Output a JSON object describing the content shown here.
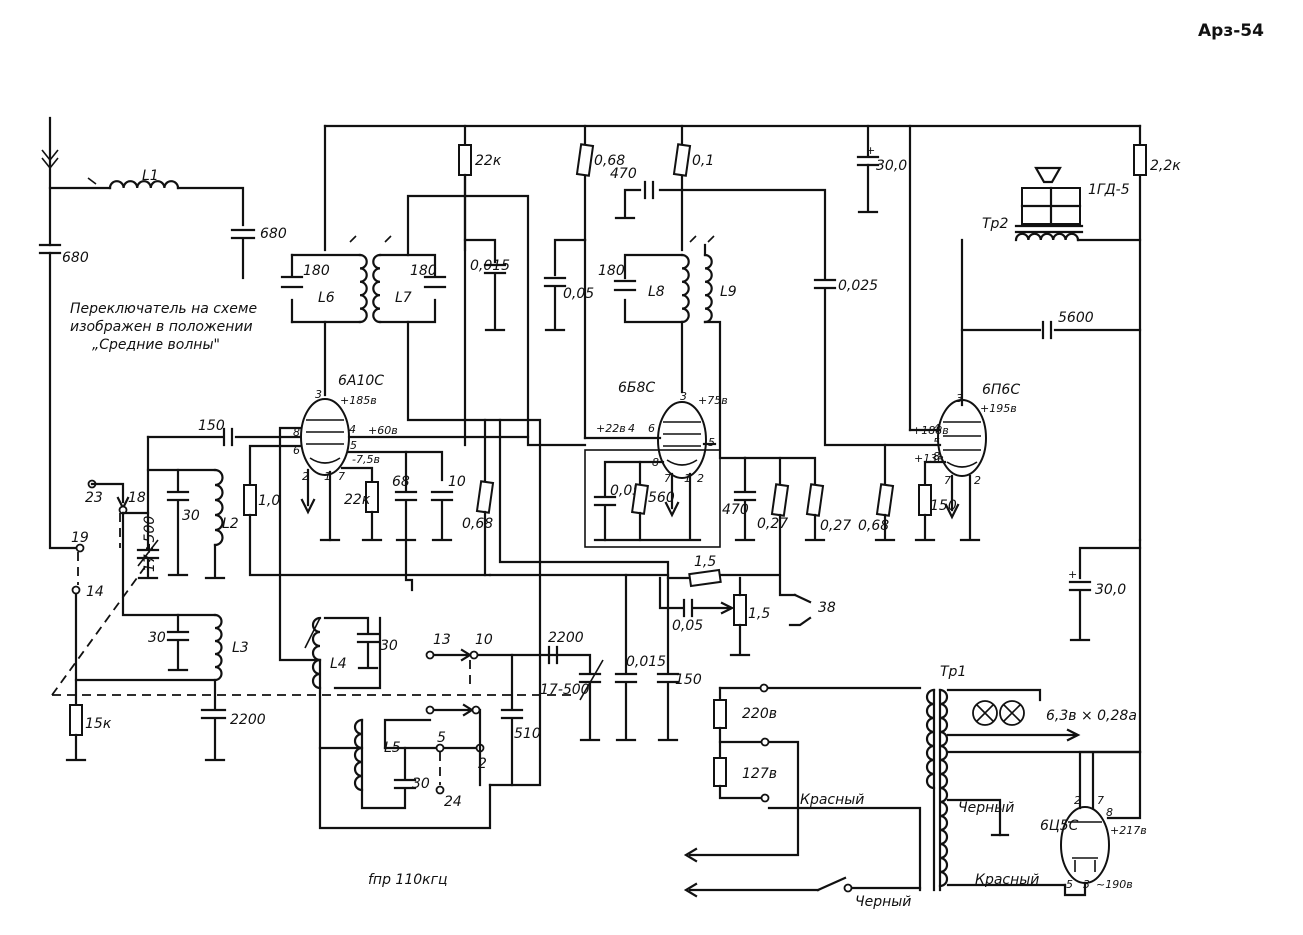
{
  "title": "Арз-54",
  "note": {
    "line1": "Переключатель на схеме",
    "line2": "изображен в положении",
    "line3": "„Средние волны\""
  },
  "if_freq": "fпр 110кгц",
  "tubes": {
    "t1": {
      "name": "6А10С",
      "volt": "+185в",
      "pins": {
        "p3": "3",
        "p8": "8",
        "p6": "6",
        "p4": "4",
        "p5": "5",
        "p2": "2",
        "p1": "1",
        "p7": "7",
        "v4": "+60в",
        "v5": "-7,5в"
      }
    },
    "t2": {
      "name": "6Б8С",
      "volt": "+75в",
      "pins": {
        "p3": "3",
        "p6": "6",
        "p4": "4",
        "p5": "5",
        "p8": "8",
        "p7": "7",
        "p1": "1",
        "p2": "2",
        "v6": "+22в"
      }
    },
    "t3": {
      "name": "6П6С",
      "volt": "+195в",
      "pins": {
        "p3": "3",
        "p4": "4",
        "p5": "5",
        "p8": "8",
        "p7": "7",
        "p2": "2",
        "v4": "+188в",
        "v8": "+13в"
      }
    },
    "t4": {
      "name": "6Ц5С",
      "volt": "+217в",
      "pins": {
        "p2": "2",
        "p7": "7",
        "p8": "8",
        "p5": "5",
        "p3": "3",
        "v3": "~190в"
      }
    }
  },
  "inductors": [
    "L1",
    "L2",
    "L3",
    "L4",
    "L5",
    "L6",
    "L7",
    "L8",
    "L9"
  ],
  "transformers": {
    "tr1": "Тр1",
    "tr2": "Тр2"
  },
  "speaker": "1ГД-5",
  "lamps": "6,3в × 0,28а",
  "mains": {
    "v220": "220в",
    "v127": "127в"
  },
  "wires": {
    "red1": "Красный",
    "red2": "Красный",
    "black1": "Черный",
    "black2": "Черный"
  },
  "switch_contacts": {
    "c23": "23",
    "c18": "18",
    "c19": "19",
    "c14": "14",
    "c13": "13",
    "c10": "10",
    "c5": "5",
    "c2": "2",
    "c24": "24",
    "c38": "38"
  },
  "values": {
    "c680a": "680",
    "c680b": "680",
    "c180a": "180",
    "c180b": "180",
    "c180c": "180",
    "r22k_top": "22к",
    "c0015a": "0,015",
    "r068_top": "0,68",
    "c005_top": "0,05",
    "c470_top": "470",
    "r01": "0,1",
    "c0025": "0,025",
    "c30_top": "30,0",
    "r22k_right": "2,2к",
    "c5600": "5600",
    "c150": "150",
    "c1750": "17÷500",
    "c30a": "30",
    "r10": "1,0",
    "r22k_mid": "22к",
    "c68": "68",
    "c10": "10",
    "r068_mid": "0,68",
    "c005_mid": "0,05",
    "r560": "560",
    "c470_mid": "470",
    "r027a": "0,27",
    "r027b": "0,27",
    "r068_c": "0,68",
    "r150": "150",
    "r15_top": "1,5",
    "r15_pot": "1,5",
    "c005_low": "0,05",
    "c30b": "30",
    "c30c": "30",
    "c30d": "30",
    "r15k": "15к",
    "c2200a": "2200",
    "c2200b": "2200",
    "c17500b": "17-500",
    "c0015b": "0,015",
    "c150b": "150",
    "c510": "510",
    "c30_ps": "30,0"
  }
}
